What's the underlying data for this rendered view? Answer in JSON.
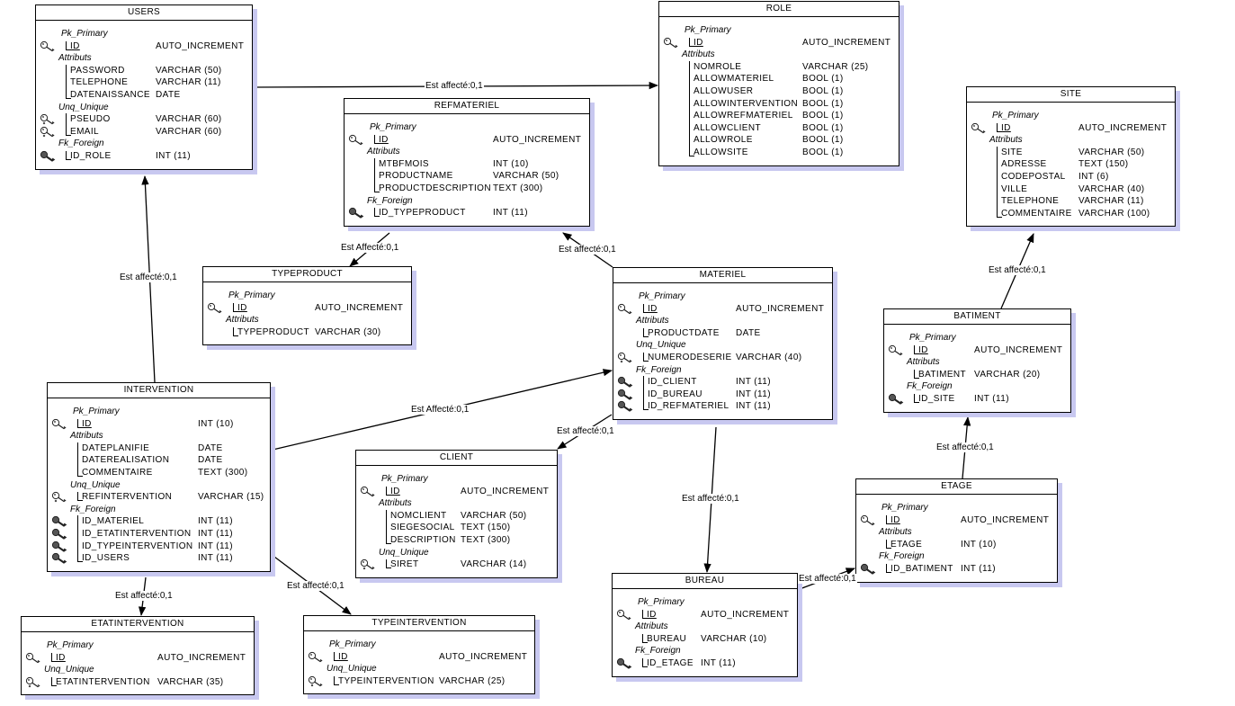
{
  "relation_label_default": "Est affecté:0,1",
  "entities": [
    {
      "id": "users",
      "title": "USERS",
      "sections": [
        {
          "label": "Pk_Primary",
          "kind": "pk",
          "fields": [
            {
              "name": "ID",
              "type": "AUTO_INCREMENT"
            }
          ]
        },
        {
          "label": "Attributs",
          "kind": "attr",
          "fields": [
            {
              "name": "PASSWORD",
              "type": "VARCHAR (50)"
            },
            {
              "name": "TELEPHONE",
              "type": "VARCHAR (11)"
            },
            {
              "name": "DATENAISSANCE",
              "type": "DATE"
            }
          ]
        },
        {
          "label": "Unq_Unique",
          "kind": "unq",
          "fields": [
            {
              "name": "PSEUDO",
              "type": "VARCHAR (60)"
            },
            {
              "name": "EMAIL",
              "type": "VARCHAR (60)"
            }
          ]
        },
        {
          "label": "Fk_Foreign",
          "kind": "fk",
          "fields": [
            {
              "name": "ID_ROLE",
              "type": "INT (11)"
            }
          ]
        }
      ]
    },
    {
      "id": "role",
      "title": "ROLE",
      "sections": [
        {
          "label": "Pk_Primary",
          "kind": "pk",
          "fields": [
            {
              "name": "ID",
              "type": "AUTO_INCREMENT"
            }
          ]
        },
        {
          "label": "Attributs",
          "kind": "attr",
          "fields": [
            {
              "name": "NOMROLE",
              "type": "VARCHAR (25)"
            },
            {
              "name": "ALLOWMATERIEL",
              "type": "BOOL (1)"
            },
            {
              "name": "ALLOWUSER",
              "type": "BOOL (1)"
            },
            {
              "name": "ALLOWINTERVENTION",
              "type": "BOOL (1)"
            },
            {
              "name": "ALLOWREFMATERIEL",
              "type": "BOOL (1)"
            },
            {
              "name": "ALLOWCLIENT",
              "type": "BOOL (1)"
            },
            {
              "name": "ALLOWROLE",
              "type": "BOOL (1)"
            },
            {
              "name": "ALLOWSITE",
              "type": "BOOL (1)"
            }
          ]
        }
      ]
    },
    {
      "id": "refmateriel",
      "title": "REFMATERIEL",
      "sections": [
        {
          "label": "Pk_Primary",
          "kind": "pk",
          "fields": [
            {
              "name": "ID",
              "type": "AUTO_INCREMENT"
            }
          ]
        },
        {
          "label": "Attributs",
          "kind": "attr",
          "fields": [
            {
              "name": "MTBFMOIS",
              "type": "INT (10)"
            },
            {
              "name": "PRODUCTNAME",
              "type": "VARCHAR (50)"
            },
            {
              "name": "PRODUCTDESCRIPTION",
              "type": "TEXT (300)"
            }
          ]
        },
        {
          "label": "Fk_Foreign",
          "kind": "fk",
          "fields": [
            {
              "name": "ID_TYPEPRODUCT",
              "type": "INT (11)"
            }
          ]
        }
      ]
    },
    {
      "id": "site",
      "title": "SITE",
      "sections": [
        {
          "label": "Pk_Primary",
          "kind": "pk",
          "fields": [
            {
              "name": "ID",
              "type": "AUTO_INCREMENT"
            }
          ]
        },
        {
          "label": "Attributs",
          "kind": "attr",
          "fields": [
            {
              "name": "SITE",
              "type": "VARCHAR (50)"
            },
            {
              "name": "ADRESSE",
              "type": "TEXT (150)"
            },
            {
              "name": "CODEPOSTAL",
              "type": "INT (6)"
            },
            {
              "name": "VILLE",
              "type": "VARCHAR (40)"
            },
            {
              "name": "TELEPHONE",
              "type": "VARCHAR (11)"
            },
            {
              "name": "COMMENTAIRE",
              "type": "VARCHAR (100)"
            }
          ]
        }
      ]
    },
    {
      "id": "typeproduct",
      "title": "TYPEPRODUCT",
      "sections": [
        {
          "label": "Pk_Primary",
          "kind": "pk",
          "fields": [
            {
              "name": "ID",
              "type": "AUTO_INCREMENT"
            }
          ]
        },
        {
          "label": "Attributs",
          "kind": "attr",
          "fields": [
            {
              "name": "TYPEPRODUCT",
              "type": "VARCHAR (30)"
            }
          ]
        }
      ]
    },
    {
      "id": "materiel",
      "title": "MATERIEL",
      "sections": [
        {
          "label": "Pk_Primary",
          "kind": "pk",
          "fields": [
            {
              "name": "ID",
              "type": "AUTO_INCREMENT"
            }
          ]
        },
        {
          "label": "Attributs",
          "kind": "attr",
          "fields": [
            {
              "name": "PRODUCTDATE",
              "type": "DATE"
            }
          ]
        },
        {
          "label": "Unq_Unique",
          "kind": "unq",
          "fields": [
            {
              "name": "NUMERODESERIE",
              "type": "VARCHAR (40)"
            }
          ]
        },
        {
          "label": "Fk_Foreign",
          "kind": "fk",
          "fields": [
            {
              "name": "ID_CLIENT",
              "type": "INT (11)"
            },
            {
              "name": "ID_BUREAU",
              "type": "INT (11)"
            },
            {
              "name": "ID_REFMATERIEL",
              "type": "INT (11)"
            }
          ]
        }
      ]
    },
    {
      "id": "batiment",
      "title": "BATIMENT",
      "sections": [
        {
          "label": "Pk_Primary",
          "kind": "pk",
          "fields": [
            {
              "name": "ID",
              "type": "AUTO_INCREMENT"
            }
          ]
        },
        {
          "label": "Attributs",
          "kind": "attr",
          "fields": [
            {
              "name": "BATIMENT",
              "type": "VARCHAR (20)"
            }
          ]
        },
        {
          "label": "Fk_Foreign",
          "kind": "fk",
          "fields": [
            {
              "name": "ID_SITE",
              "type": "INT (11)"
            }
          ]
        }
      ]
    },
    {
      "id": "intervention",
      "title": "INTERVENTION",
      "sections": [
        {
          "label": "Pk_Primary",
          "kind": "pk",
          "fields": [
            {
              "name": "ID",
              "type": "INT (10)"
            }
          ]
        },
        {
          "label": "Attributs",
          "kind": "attr",
          "fields": [
            {
              "name": "DATEPLANIFIE",
              "type": "DATE"
            },
            {
              "name": "DATEREALISATION",
              "type": "DATE"
            },
            {
              "name": "COMMENTAIRE",
              "type": "TEXT (300)"
            }
          ]
        },
        {
          "label": "Unq_Unique",
          "kind": "unq",
          "fields": [
            {
              "name": "REFINTERVENTION",
              "type": "VARCHAR (15)"
            }
          ]
        },
        {
          "label": "Fk_Foreign",
          "kind": "fk",
          "fields": [
            {
              "name": "ID_MATERIEL",
              "type": "INT (11)"
            },
            {
              "name": "ID_ETATINTERVENTION",
              "type": "INT (11)"
            },
            {
              "name": "ID_TYPEINTERVENTION",
              "type": "INT (11)"
            },
            {
              "name": "ID_USERS",
              "type": "INT (11)"
            }
          ]
        }
      ]
    },
    {
      "id": "client",
      "title": "CLIENT",
      "sections": [
        {
          "label": "Pk_Primary",
          "kind": "pk",
          "fields": [
            {
              "name": "ID",
              "type": "AUTO_INCREMENT"
            }
          ]
        },
        {
          "label": "Attributs",
          "kind": "attr",
          "fields": [
            {
              "name": "NOMCLIENT",
              "type": "VARCHAR (50)"
            },
            {
              "name": "SIEGESOCIAL",
              "type": "TEXT (150)"
            },
            {
              "name": "DESCRIPTION",
              "type": "TEXT (300)"
            }
          ]
        },
        {
          "label": "Unq_Unique",
          "kind": "unq",
          "fields": [
            {
              "name": "SIRET",
              "type": "VARCHAR (14)"
            }
          ]
        }
      ]
    },
    {
      "id": "etage",
      "title": "ETAGE",
      "sections": [
        {
          "label": "Pk_Primary",
          "kind": "pk",
          "fields": [
            {
              "name": "ID",
              "type": "AUTO_INCREMENT"
            }
          ]
        },
        {
          "label": "Attributs",
          "kind": "attr",
          "fields": [
            {
              "name": "ETAGE",
              "type": "INT (10)"
            }
          ]
        },
        {
          "label": "Fk_Foreign",
          "kind": "fk",
          "fields": [
            {
              "name": "ID_BATIMENT",
              "type": "INT (11)"
            }
          ]
        }
      ]
    },
    {
      "id": "bureau",
      "title": "BUREAU",
      "sections": [
        {
          "label": "Pk_Primary",
          "kind": "pk",
          "fields": [
            {
              "name": "ID",
              "type": "AUTO_INCREMENT"
            }
          ]
        },
        {
          "label": "Attributs",
          "kind": "attr",
          "fields": [
            {
              "name": "BUREAU",
              "type": "VARCHAR (10)"
            }
          ]
        },
        {
          "label": "Fk_Foreign",
          "kind": "fk",
          "fields": [
            {
              "name": "ID_ETAGE",
              "type": "INT (11)"
            }
          ]
        }
      ]
    },
    {
      "id": "etatintervention",
      "title": "ETATINTERVENTION",
      "sections": [
        {
          "label": "Pk_Primary",
          "kind": "pk",
          "fields": [
            {
              "name": "ID",
              "type": "AUTO_INCREMENT"
            }
          ]
        },
        {
          "label": "Unq_Unique",
          "kind": "unq",
          "fields": [
            {
              "name": "ETATINTERVENTION",
              "type": "VARCHAR (35)"
            }
          ]
        }
      ]
    },
    {
      "id": "typeintervention",
      "title": "TYPEINTERVENTION",
      "sections": [
        {
          "label": "Pk_Primary",
          "kind": "pk",
          "fields": [
            {
              "name": "ID",
              "type": "AUTO_INCREMENT"
            }
          ]
        },
        {
          "label": "Unq_Unique",
          "kind": "unq",
          "fields": [
            {
              "name": "TYPEINTERVENTION",
              "type": "VARCHAR (25)"
            }
          ]
        }
      ]
    }
  ],
  "relations": [
    {
      "from": "users",
      "to": "role",
      "label": "Est affecté:0,1"
    },
    {
      "from": "refmateriel",
      "to": "typeproduct",
      "label": "Est Affecté:0,1"
    },
    {
      "from": "materiel",
      "to": "refmateriel",
      "label": "Est affecté:0,1"
    },
    {
      "from": "batiment",
      "to": "site",
      "label": "Est affecté:0,1"
    },
    {
      "from": "intervention",
      "to": "users",
      "label": "Est affecté:0,1"
    },
    {
      "from": "intervention",
      "to": "materiel",
      "label": "Est Affecté:0,1"
    },
    {
      "from": "materiel",
      "to": "client",
      "label": "Est affecté:0,1"
    },
    {
      "from": "materiel",
      "to": "bureau",
      "label": "Est affecté:0,1"
    },
    {
      "from": "etage",
      "to": "batiment",
      "label": "Est affecté:0,1"
    },
    {
      "from": "bureau",
      "to": "etage",
      "label": "Est affecté:0,1"
    },
    {
      "from": "intervention",
      "to": "etatintervention",
      "label": "Est affecté:0,1"
    },
    {
      "from": "intervention",
      "to": "typeintervention",
      "label": "Est affecté:0,1"
    }
  ]
}
